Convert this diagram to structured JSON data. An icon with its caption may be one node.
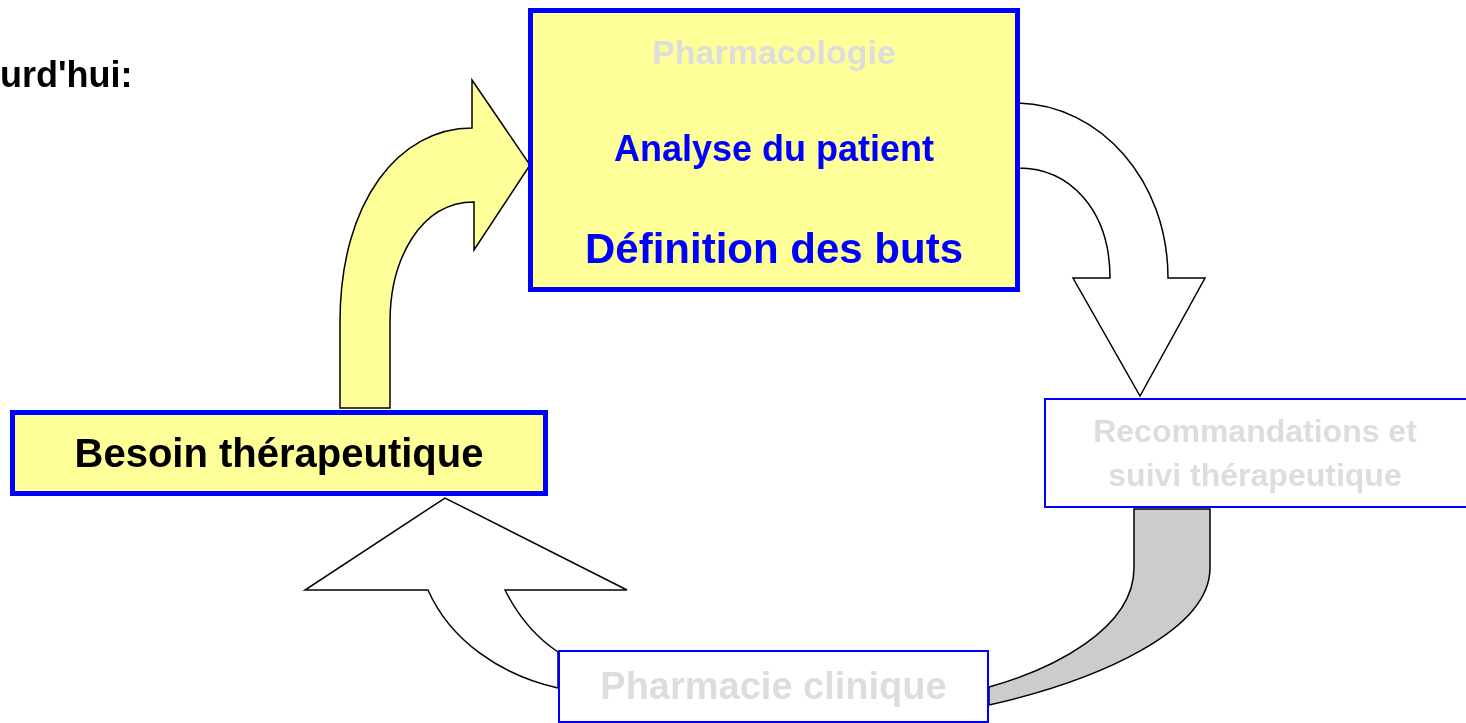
{
  "diagram": {
    "nodes": [
      {
        "text": [
          "Besoin thérapeutique"
        ]
      },
      {
        "text": [
          "Pharmacologie",
          "Analyse du patient",
          "Définition des buts"
        ]
      },
      {
        "text": [
          "Recommandations et suivi thérapeutique"
        ]
      },
      {
        "text": [
          "Pharmacie clinique"
        ]
      }
    ],
    "edges": [
      {
        "from": 0,
        "to": 1,
        "arrow": "to",
        "color": "#ffff99"
      },
      {
        "from": 1,
        "to": 2,
        "arrow": "to"
      },
      {
        "from": 2,
        "to": 3,
        "arrow": "none",
        "color": "#cccccc"
      },
      {
        "from": 3,
        "to": 0,
        "arrow": "to"
      }
    ],
    "labels": [
      "urd'hui:"
    ]
  }
}
